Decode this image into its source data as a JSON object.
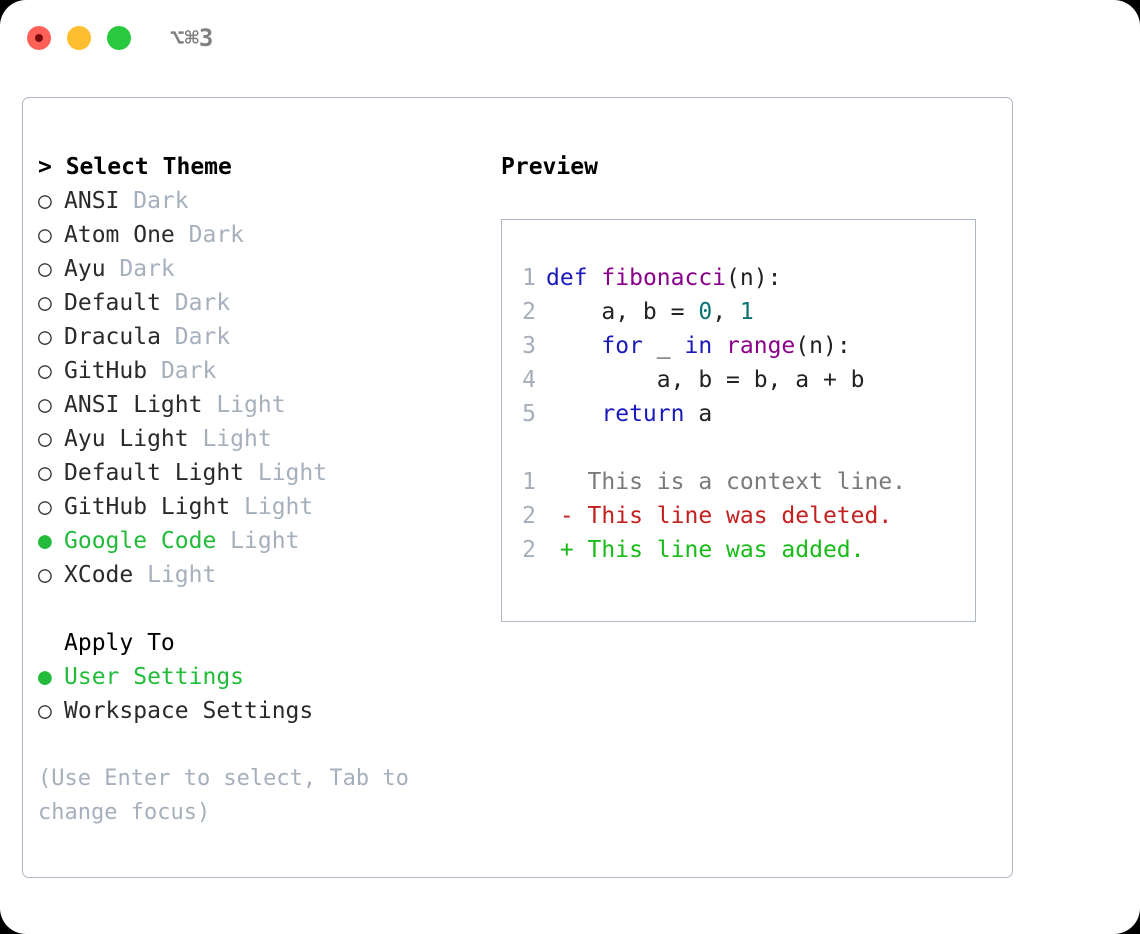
{
  "titlebar": {
    "shortcut": "⌥⌘3",
    "buttons": [
      "close",
      "minimize",
      "maximize"
    ]
  },
  "theme_picker": {
    "header": "> Select Theme",
    "options": [
      {
        "marker": "○",
        "name": "ANSI",
        "variant": "Dark",
        "selected": false
      },
      {
        "marker": "○",
        "name": "Atom One",
        "variant": "Dark",
        "selected": false
      },
      {
        "marker": "○",
        "name": "Ayu",
        "variant": "Dark",
        "selected": false
      },
      {
        "marker": "○",
        "name": "Default",
        "variant": "Dark",
        "selected": false
      },
      {
        "marker": "○",
        "name": "Dracula",
        "variant": "Dark",
        "selected": false
      },
      {
        "marker": "○",
        "name": "GitHub",
        "variant": "Dark",
        "selected": false
      },
      {
        "marker": "○",
        "name": "ANSI Light",
        "variant": "Light",
        "selected": false
      },
      {
        "marker": "○",
        "name": "Ayu Light",
        "variant": "Light",
        "selected": false
      },
      {
        "marker": "○",
        "name": "Default Light",
        "variant": "Light",
        "selected": false
      },
      {
        "marker": "○",
        "name": "GitHub Light",
        "variant": "Light",
        "selected": false
      },
      {
        "marker": "●",
        "name": "Google Code",
        "variant": "Light",
        "selected": true
      },
      {
        "marker": "○",
        "name": "XCode",
        "variant": "Light",
        "selected": false
      }
    ]
  },
  "apply_to": {
    "header": "Apply To",
    "options": [
      {
        "marker": "●",
        "name": "User Settings",
        "selected": true
      },
      {
        "marker": "○",
        "name": "Workspace Settings",
        "selected": false
      }
    ]
  },
  "hint": "(Use Enter to select, Tab to change focus)",
  "preview": {
    "title": "Preview",
    "code_lines": [
      {
        "num": "1",
        "tokens": [
          {
            "t": "def",
            "c": "kw"
          },
          {
            "t": " ",
            "c": "pl"
          },
          {
            "t": "fibonacci",
            "c": "fn"
          },
          {
            "t": "(n):",
            "c": "pl"
          }
        ]
      },
      {
        "num": "2",
        "tokens": [
          {
            "t": "    a, b = ",
            "c": "pl"
          },
          {
            "t": "0",
            "c": "num"
          },
          {
            "t": ", ",
            "c": "pl"
          },
          {
            "t": "1",
            "c": "num"
          }
        ]
      },
      {
        "num": "3",
        "tokens": [
          {
            "t": "    ",
            "c": "pl"
          },
          {
            "t": "for",
            "c": "kw"
          },
          {
            "t": " _ ",
            "c": "pl"
          },
          {
            "t": "in",
            "c": "kw"
          },
          {
            "t": " ",
            "c": "pl"
          },
          {
            "t": "range",
            "c": "fn"
          },
          {
            "t": "(n):",
            "c": "pl"
          }
        ]
      },
      {
        "num": "4",
        "tokens": [
          {
            "t": "        a, b = b, a + b",
            "c": "pl"
          }
        ]
      },
      {
        "num": "5",
        "tokens": [
          {
            "t": "    ",
            "c": "pl"
          },
          {
            "t": "return",
            "c": "kw"
          },
          {
            "t": " a",
            "c": "pl"
          }
        ]
      }
    ],
    "diff_lines": [
      {
        "num": "1",
        "prefix": "  ",
        "text": "This is a context line.",
        "kind": "ctx"
      },
      {
        "num": "2",
        "prefix": "- ",
        "text": "This line was deleted.",
        "kind": "del"
      },
      {
        "num": "2",
        "prefix": "+ ",
        "text": "This line was added.",
        "kind": "add"
      }
    ]
  },
  "colors": {
    "accent_green": "#22bb3a",
    "muted": "#a6b0bd",
    "border": "#aeb7c4",
    "keyword": "#1a1aba",
    "function": "#8a008a",
    "number": "#0b7373",
    "diff_delete": "#c42020",
    "diff_add": "#18bb18",
    "traffic_red": "#ff6159",
    "traffic_yellow": "#ffbe2f",
    "traffic_green": "#28c93f"
  }
}
